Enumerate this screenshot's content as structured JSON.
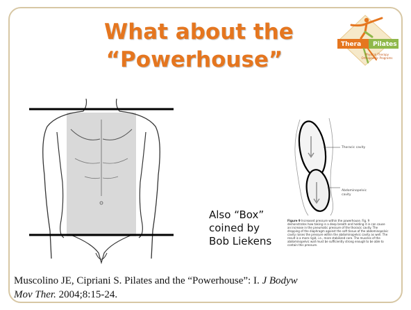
{
  "slide": {
    "title_line1": "What about the",
    "title_line2": "“Powerhouse”",
    "title_color": "#e5761f",
    "border_color": "#d7c7a4"
  },
  "logo": {
    "word1": "Thera",
    "word2": "Pilates",
    "sub_line1": "Physical Therapy",
    "sub_line2": "Orthopaedic Programs",
    "color_primary": "#e5761f",
    "color_secondary": "#8fb84a"
  },
  "torso_figure": {
    "highlight_color": "#d9d9d9"
  },
  "caption": {
    "line1": "Also “Box”",
    "line2": "coined by",
    "line3": "Bob Liekens"
  },
  "abdomen_figure": {
    "label_thoracic": "Thoracic cavity",
    "label_abdomino_line1": "Abdominopelvic",
    "label_abdomino_line2": "cavity",
    "fig_label": "Figure 9",
    "fig_text": "Increased pressure within the powerhouse. Fig. 9 demonstrates how taking in a deep breath and holding it in can cause an increase in the pneumatic pressure of the thoracic cavity. The dropping of the diaphragm against the soft tissue of the abdominopelvic cavity raises the pressure within the abdominopelvic cavity as well. The result is a more rigid, i.e., more stabilized core. The muscles of the abdominopelvic wall must be sufficiently strong enough to be able to contain this pressure."
  },
  "reference": {
    "line1_text": "Muscolino JE, Cipriani S. Pilates and the “Powerhouse”: I.",
    "line1_journal": "J Bodyw",
    "line2_journal": "Mov Ther.",
    "line2_text": "2004;8:15-24."
  }
}
